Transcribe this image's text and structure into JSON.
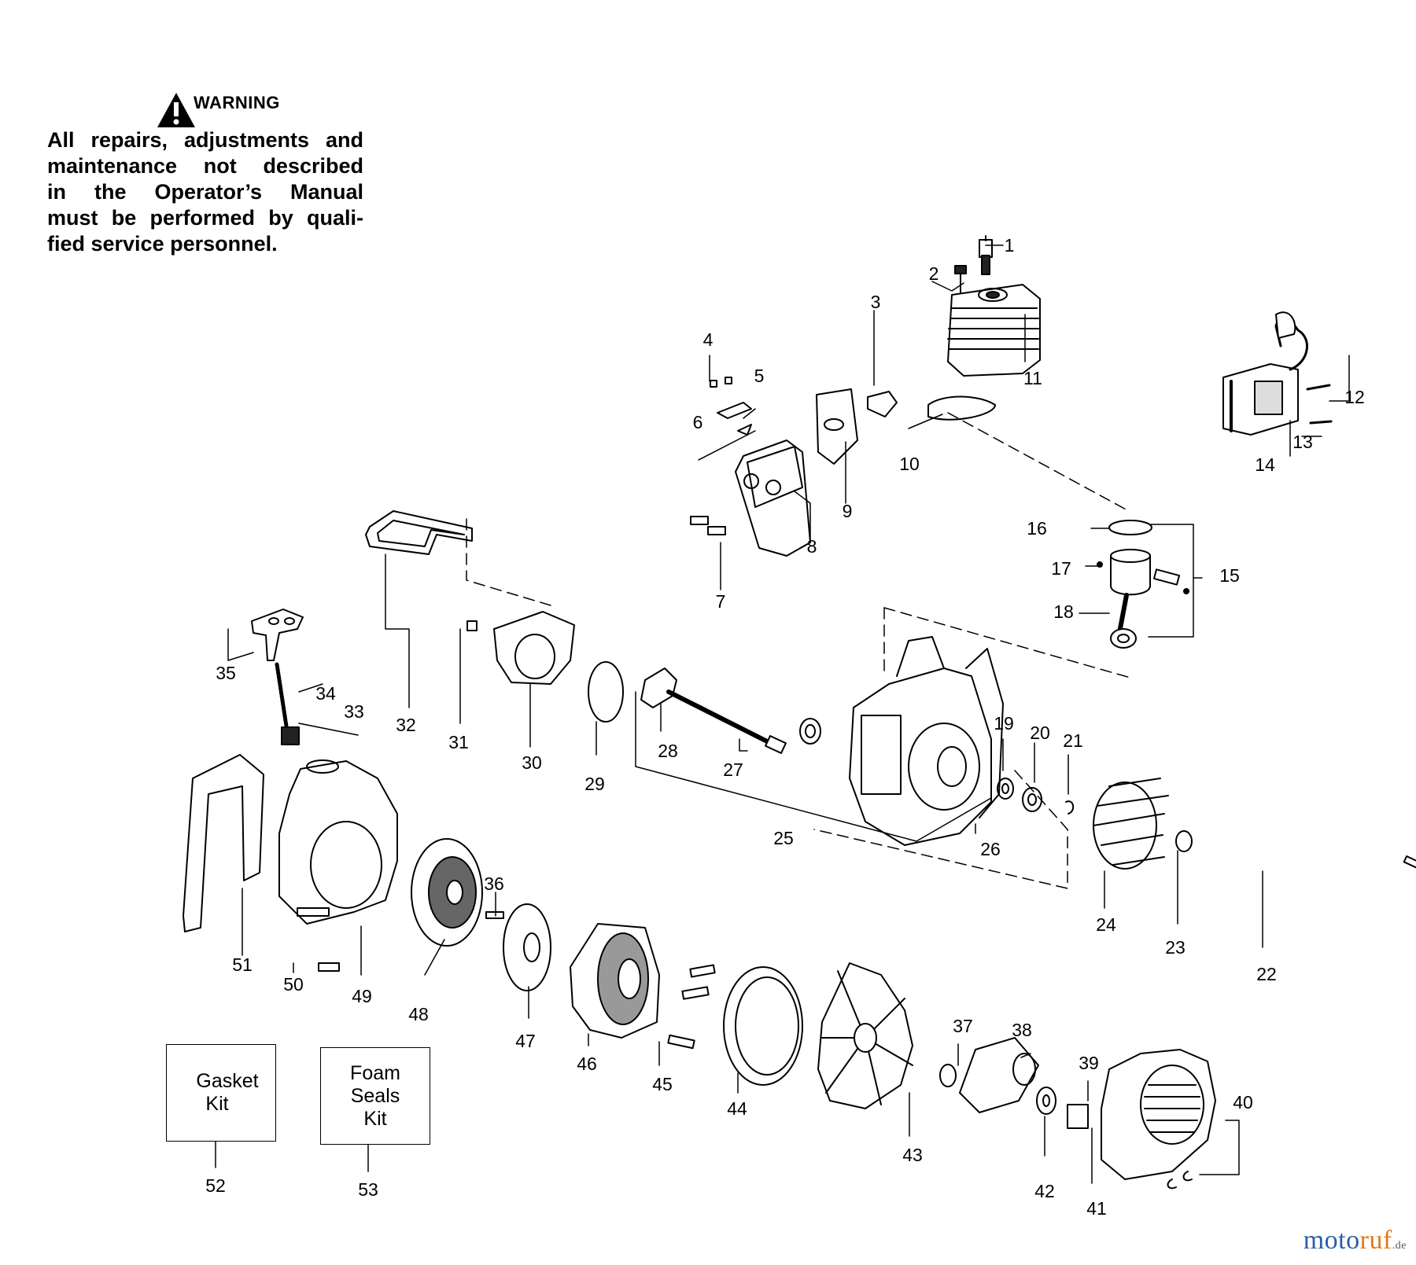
{
  "warning": {
    "title": "WARNING",
    "lines": [
      "All repairs, adjustments and",
      "maintenance not described",
      "in the Operator’s Manual",
      "must be performed by quali-",
      "fied service personnel."
    ]
  },
  "kits": [
    {
      "lines": [
        "Gasket",
        "Kit"
      ]
    },
    {
      "lines": [
        "Foam",
        "Seals",
        "Kit"
      ]
    }
  ],
  "callouts": [
    "1",
    "2",
    "3",
    "4",
    "5",
    "6",
    "7",
    "8",
    "9",
    "10",
    "11",
    "12",
    "13",
    "14",
    "15",
    "16",
    "17",
    "18",
    "19",
    "20",
    "21",
    "22",
    "23",
    "24",
    "25",
    "26",
    "27",
    "28",
    "29",
    "30",
    "31",
    "32",
    "33",
    "34",
    "35",
    "36",
    "37",
    "38",
    "39",
    "40",
    "41",
    "42",
    "43",
    "44",
    "45",
    "46",
    "47",
    "48",
    "49",
    "50",
    "51",
    "52",
    "53"
  ],
  "watermark": {
    "part1": "moto",
    "part2": "ruf",
    "part3": ".de"
  }
}
